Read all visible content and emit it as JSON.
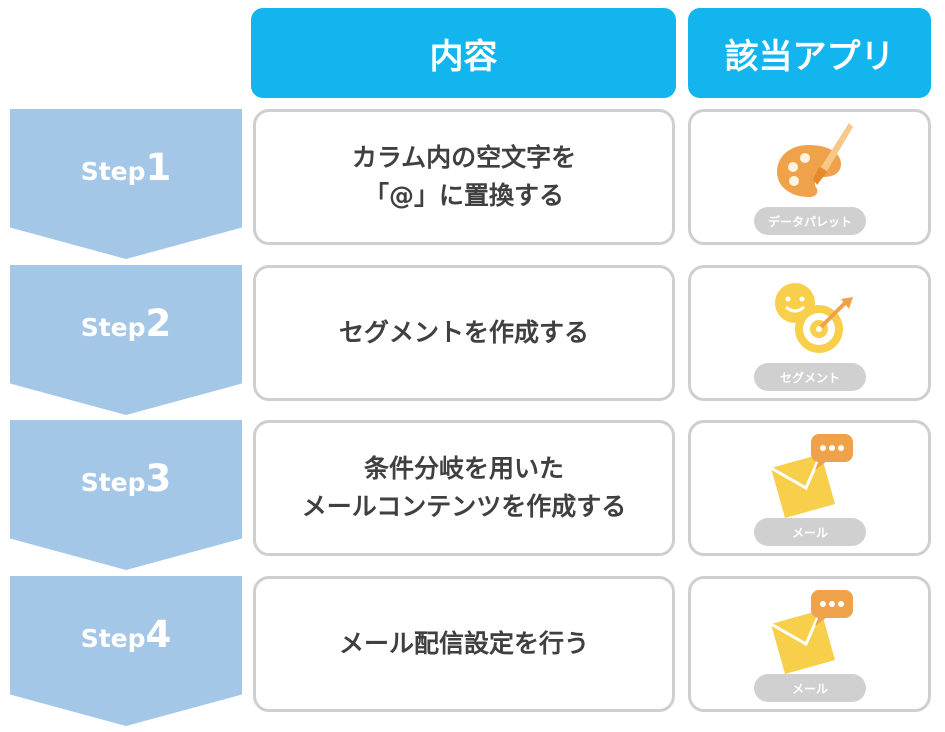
{
  "headers": {
    "content": "内容",
    "app": "該当アプリ"
  },
  "steps": [
    {
      "word": "Step",
      "num": "1",
      "content": "カラム内の空文字を\n「@」に置換する",
      "app": "データパレット",
      "icon": "palette-icon"
    },
    {
      "word": "Step",
      "num": "2",
      "content": "セグメントを作成する",
      "app": "セグメント",
      "icon": "target-smiley-icon"
    },
    {
      "word": "Step",
      "num": "3",
      "content": "条件分岐を用いた\nメールコンテンツを作成する",
      "app": "メール",
      "icon": "mail-chat-icon"
    },
    {
      "word": "Step",
      "num": "4",
      "content": "メール配信設定を行う",
      "app": "メール",
      "icon": "mail-chat-icon"
    }
  ],
  "colors": {
    "header": "#12b5ee",
    "step_arrow": "#a4c7e8",
    "box_border": "#cfcfcf",
    "pill": "#d0d0d0",
    "icon_orange": "#f0a24a",
    "icon_yellow": "#f7cf4a"
  }
}
